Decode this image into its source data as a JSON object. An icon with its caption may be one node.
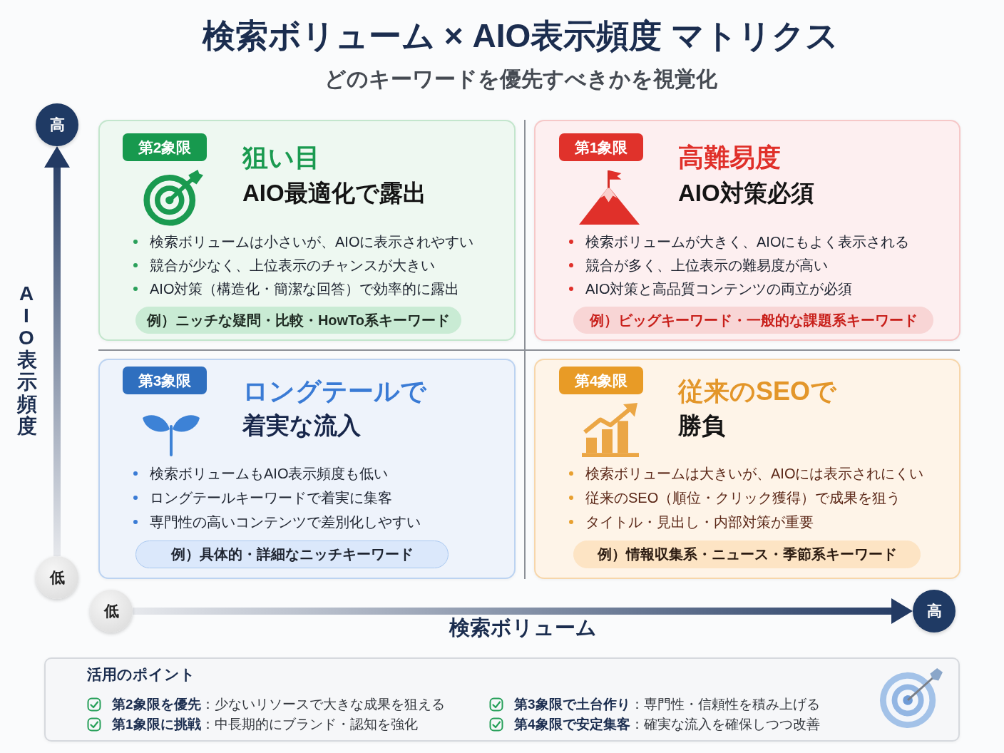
{
  "diagram": {
    "title": "検索ボリューム × AIO表示頻度 マトリクス",
    "nodes": [
      {
        "text": [
          "高"
        ]
      },
      {
        "text": [
          "狙い目",
          "AIO最適化で露出",
          "検索ボリュームは小さいが、AIOに表示されやすい",
          "競合が少なく、上位表示のチャンスが大きい",
          "AIO対策（構造化・簡潔な回答）で効率的に露出"
        ]
      },
      {
        "text": [
          "第2象限"
        ],
        "in": 1
      },
      {
        "text": [
          "例）ニッチな疑問・比較・HowTo系キーワード"
        ],
        "in": 1
      },
      {
        "text": [
          "高難易度",
          "AIO対策必須",
          "検索ボリュームが大きく、AIOにもよく表示される",
          "競合が多く、上位表示の難易度が高い",
          "AIO対策と高品質コンテンツの両立が必須"
        ]
      },
      {
        "text": [
          "第1象限"
        ],
        "in": 4
      },
      {
        "text": [
          "例）ビッグキーワード・一般的な課題系キーワード"
        ],
        "in": 4
      },
      {
        "text": [
          "ロングテールで",
          "着実な流入",
          "検索ボリュームもAIO表示頻度も低い",
          "ロングテールキーワードで着実に集客",
          "専門性の高いコンテンツで差別化しやすい"
        ]
      },
      {
        "text": [
          "第3象限"
        ],
        "in": 7
      },
      {
        "text": [
          "例）具体的・詳細なニッチキーワード"
        ],
        "in": 7
      },
      {
        "text": [
          "従来のSEOで",
          "勝負",
          "検索ボリュームは大きいが、AIOには表示されにくい",
          "従来のSEO（順位・クリック獲得）で成果を狙う",
          "タイトル・見出し・内部対策が重要"
        ]
      },
      {
        "text": [
          "第4象限"
        ],
        "in": 10
      },
      {
        "text": [
          "例）情報収集系・ニュース・季節系キーワード"
        ],
        "in": 10
      },
      {
        "text": [
          "低"
        ]
      },
      {
        "text": [
          "低"
        ]
      },
      {
        "text": [
          "高"
        ]
      },
      {
        "text": [
          "活用のポイント",
          "**第2象限を優先**：少ないリソースで大きな成果を狙える",
          "**第3象限で土台作り**：専門性・信頼性を積み上げる",
          "**第1象限に挑戦**：中長期的にブランド・認知を強化",
          "**第4象限で安定集客**：確実な流入を確保しつつ改善"
        ]
      }
    ],
    "edges": [
      {
        "from": 13,
        "to": 0,
        "arrow": "to"
      },
      {
        "from": 14,
        "to": 15,
        "arrow": "to"
      }
    ],
    "labels": [
      "どのキーワードを優先すべきかを視覚化",
      "AIO表示頻度",
      "検索ボリューム"
    ]
  }
}
